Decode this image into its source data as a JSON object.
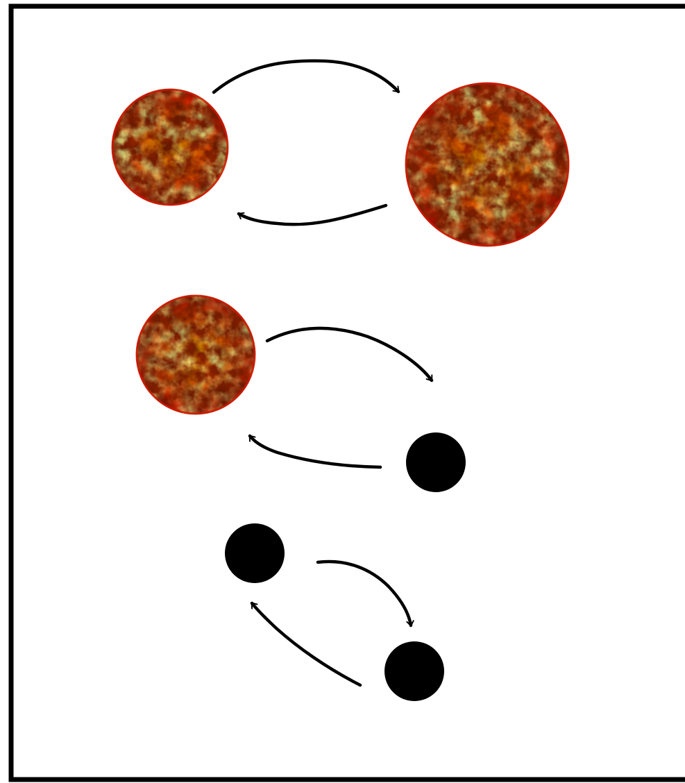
{
  "diagram": {
    "panels": [
      {
        "objects": [
          {
            "kind": "star",
            "label": ""
          },
          {
            "kind": "star",
            "label": ""
          }
        ],
        "arrows": [
          "forward",
          "backward"
        ]
      },
      {
        "objects": [
          {
            "kind": "star",
            "label": ""
          },
          {
            "kind": "compact-object",
            "label": ""
          }
        ],
        "arrows": [
          "forward",
          "backward"
        ]
      },
      {
        "objects": [
          {
            "kind": "compact-object",
            "label": ""
          },
          {
            "kind": "compact-object",
            "label": ""
          }
        ],
        "arrows": [
          "forward",
          "backward"
        ]
      }
    ],
    "colors": {
      "border": "#000000",
      "background": "#ffffff",
      "arrow": "#000000",
      "compact_object": "#000000",
      "star_core": "#ffe066",
      "star_mid": "#ff8a00",
      "star_outer": "#d01800",
      "star_dark": "#6a0500"
    }
  }
}
